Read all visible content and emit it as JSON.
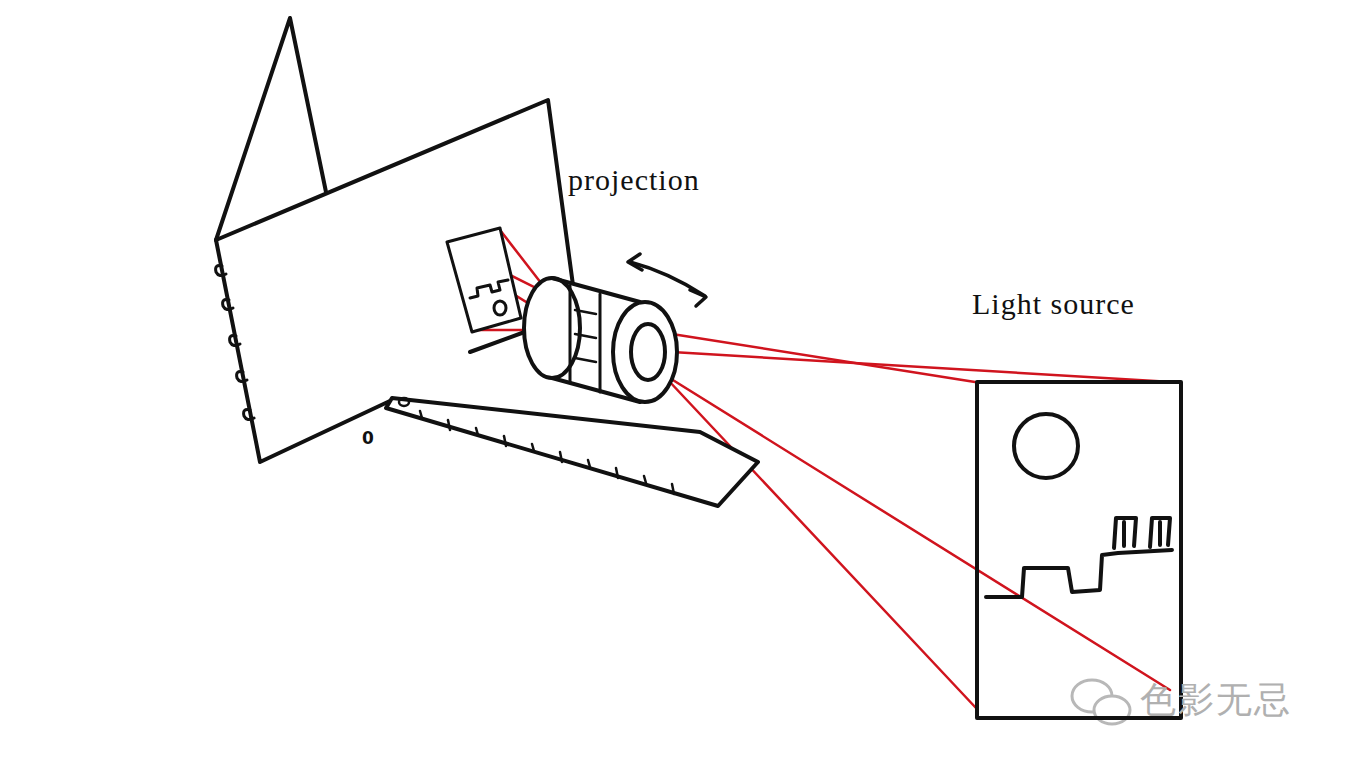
{
  "diagram": {
    "nodes": [
      {
        "text": [
          "Light source"
        ]
      }
    ],
    "labels": [
      "projection",
      "0",
      "色影无忌"
    ]
  }
}
